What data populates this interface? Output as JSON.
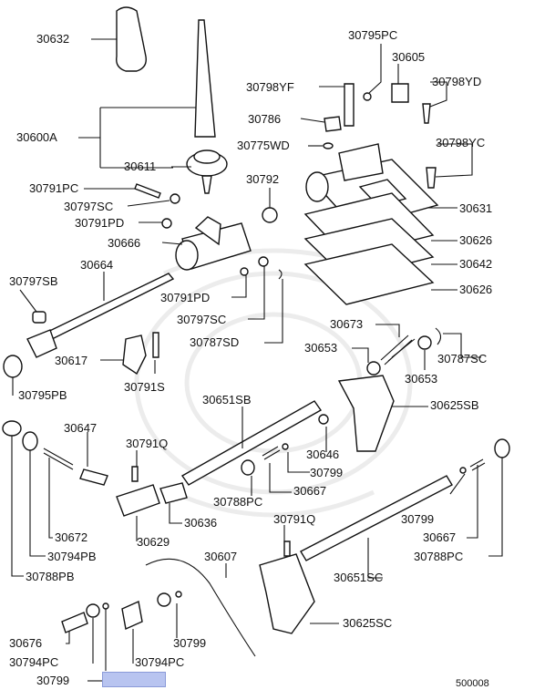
{
  "diagram": {
    "figure_code": "500008",
    "labels": {
      "p30632": "30632",
      "p30600A": "30600A",
      "p30611": "30611",
      "p30791PC": "30791PC",
      "p30797SC_a": "30797SC",
      "p30791PD_a": "30791PD",
      "p30666": "30666",
      "p30664": "30664",
      "p30797SB": "30797SB",
      "p30617": "30617",
      "p30795PB": "30795PB",
      "p30791S": "30791S",
      "p30792": "30792",
      "p30791PD_b": "30791PD",
      "p30797SC_b": "30797SC",
      "p30787SD": "30787SD",
      "p30795PC": "30795PC",
      "p30605": "30605",
      "p30798YF": "30798YF",
      "p30798YD": "30798YD",
      "p30786": "30786",
      "p30775WD": "30775WD",
      "p30798YC": "30798YC",
      "p30631": "30631",
      "p30626_a": "30626",
      "p30642": "30642",
      "p30626_b": "30626",
      "p30673": "30673",
      "p30653_a": "30653",
      "p30653_b": "30653",
      "p30787SC": "30787SC",
      "p30651SB": "30651SB",
      "p30625SB": "30625SB",
      "p30647": "30647",
      "p30646": "30646",
      "p30791Q_a": "30791Q",
      "p30799_a": "30799",
      "p30788PC_a": "30788PC",
      "p30667_a": "30667",
      "p30636": "30636",
      "p30672": "30672",
      "p30794PB": "30794PB",
      "p30629": "30629",
      "p30788PB": "30788PB",
      "p30791Q_b": "30791Q",
      "p30799_b": "30799",
      "p30667_b": "30667",
      "p30788PC_b": "30788PC",
      "p30607": "30607",
      "p30651SC": "30651SC",
      "p30625SC": "30625SC",
      "p30676": "30676",
      "p30799_c": "30799",
      "p30794PC_a": "30794PC",
      "p30794PC_b": "30794PC",
      "p30799_d": "30799"
    }
  }
}
